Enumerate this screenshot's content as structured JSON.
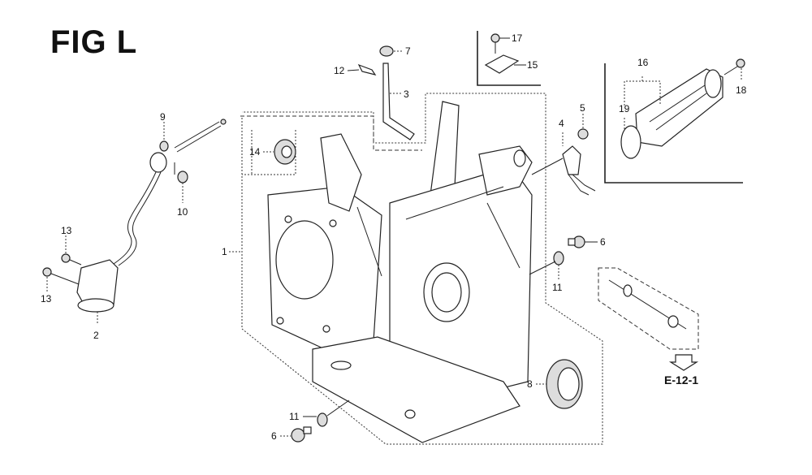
{
  "figure": {
    "title": "FIG L",
    "reference": "E-12-1"
  },
  "callouts": [
    {
      "id": "1",
      "label": "1"
    },
    {
      "id": "2",
      "label": "2"
    },
    {
      "id": "3",
      "label": "3"
    },
    {
      "id": "4",
      "label": "4"
    },
    {
      "id": "5",
      "label": "5"
    },
    {
      "id": "6a",
      "label": "6"
    },
    {
      "id": "6b",
      "label": "6"
    },
    {
      "id": "7",
      "label": "7"
    },
    {
      "id": "8",
      "label": "8"
    },
    {
      "id": "9",
      "label": "9"
    },
    {
      "id": "10",
      "label": "10"
    },
    {
      "id": "11a",
      "label": "11"
    },
    {
      "id": "11b",
      "label": "11"
    },
    {
      "id": "12",
      "label": "12"
    },
    {
      "id": "13a",
      "label": "13"
    },
    {
      "id": "13b",
      "label": "13"
    },
    {
      "id": "14",
      "label": "14"
    },
    {
      "id": "15",
      "label": "15"
    },
    {
      "id": "16",
      "label": "16"
    },
    {
      "id": "17",
      "label": "17"
    },
    {
      "id": "18",
      "label": "18"
    },
    {
      "id": "19",
      "label": "19"
    }
  ]
}
